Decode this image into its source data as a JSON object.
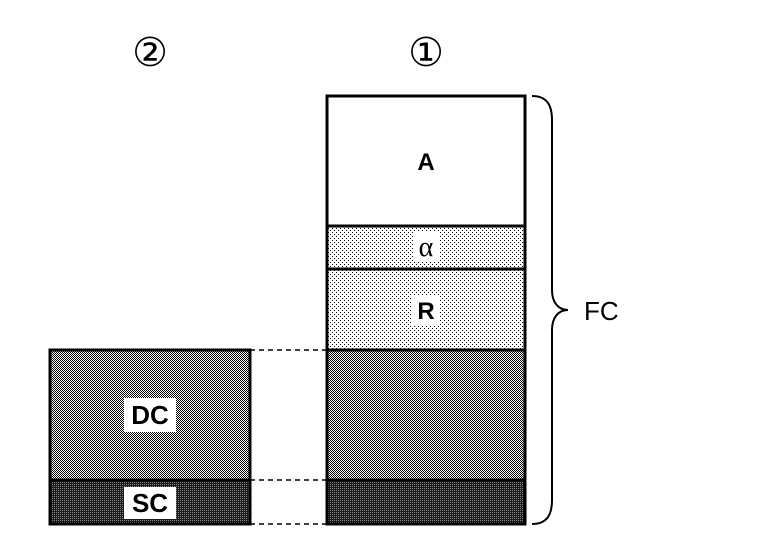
{
  "columns": {
    "col1_label": "①",
    "col2_label": "②"
  },
  "stack1": {
    "a_label": "A",
    "alpha_label": "α",
    "r_label": "R"
  },
  "stack2": {
    "dc_label": "DC",
    "sc_label": "SC"
  },
  "brace": {
    "label": "FC"
  }
}
